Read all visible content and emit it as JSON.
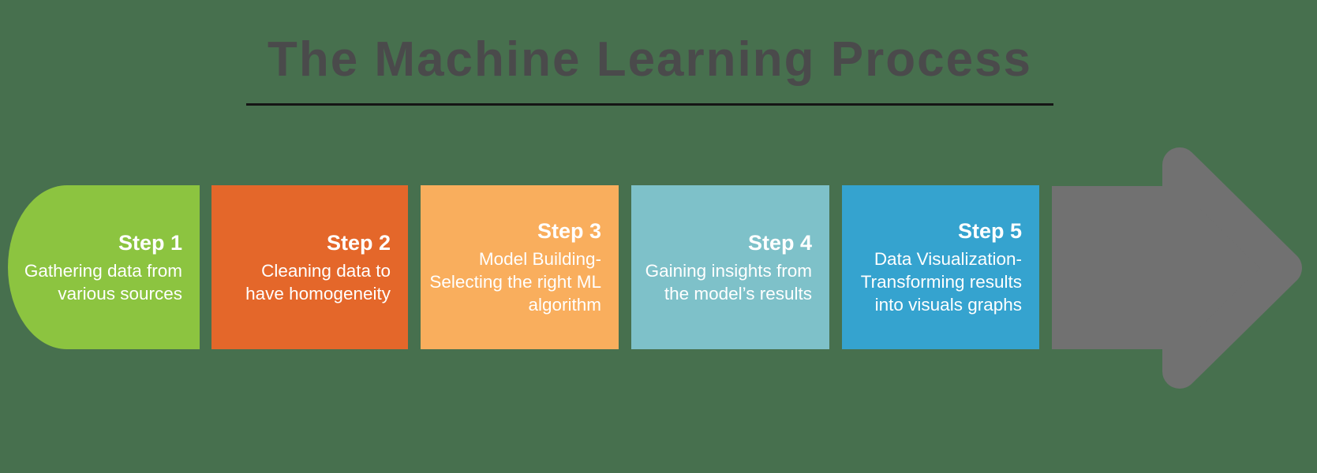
{
  "title": {
    "text": "The Machine Learning Process"
  },
  "steps": [
    {
      "label": "Step 1",
      "description": "Gathering data from\nvarious sources",
      "color": "#8CC440"
    },
    {
      "label": "Step 2",
      "description": "Cleaning data to\nhave homogeneity",
      "color": "#E4672A"
    },
    {
      "label": "Step 3",
      "description": "Model Building-\nSelecting the right ML\nalgorithm",
      "color": "#F9AE5D"
    },
    {
      "label": "Step 4",
      "description": "Gaining insights from\nthe model’s results",
      "color": "#7EC1C9"
    },
    {
      "label": "Step 5",
      "description": "Data Visualization-\nTransforming results\ninto visuals graphs",
      "color": "#35A3CF"
    }
  ],
  "arrow": {
    "direction": "right",
    "color": "#717171"
  },
  "colors": {
    "background": "#47704E",
    "title_text": "#4A4A4B",
    "title_underline": "#151515",
    "step_text": "#FFFFFF"
  }
}
